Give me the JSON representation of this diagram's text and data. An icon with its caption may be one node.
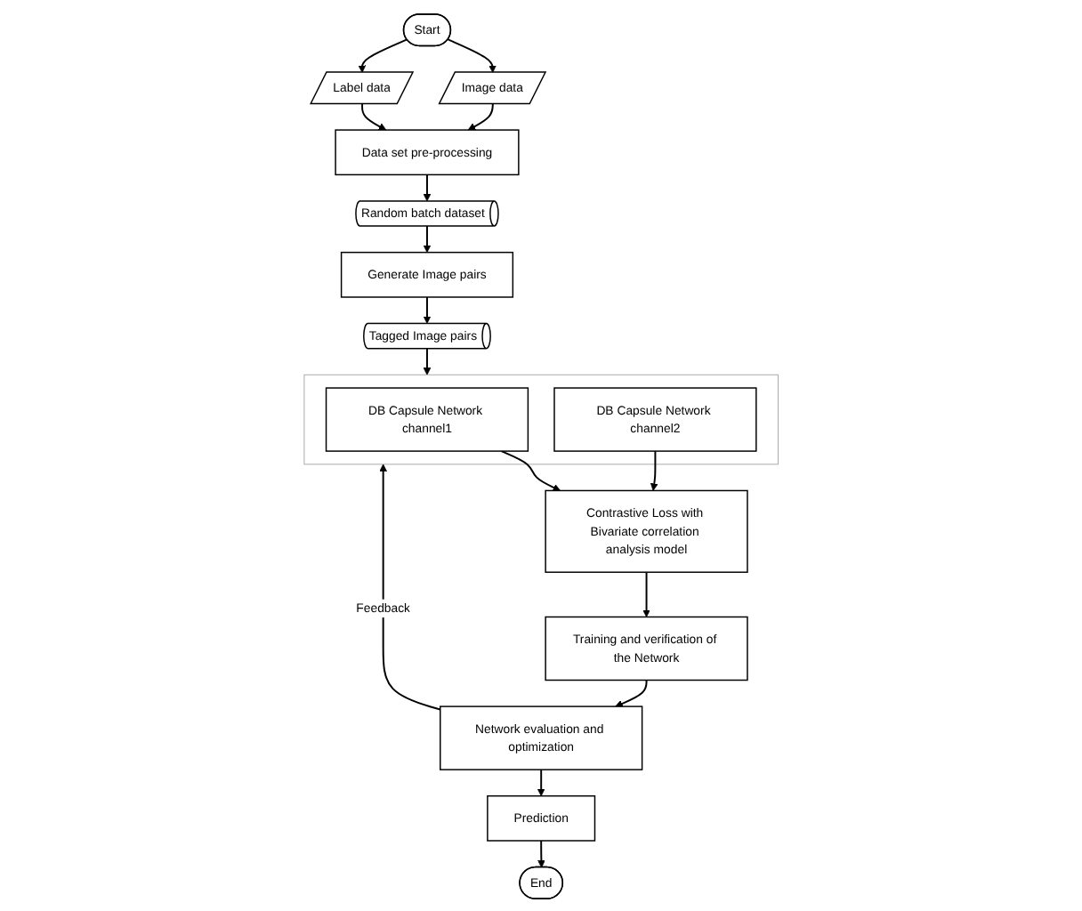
{
  "diagram": {
    "nodes": [
      {
        "text": [
          "Start"
        ]
      },
      {
        "text": [
          "Image data"
        ]
      },
      {
        "text": [
          "Label data"
        ]
      },
      {
        "text": [
          "Data set pre-processing"
        ]
      },
      {
        "text": [
          "Random batch dataset"
        ]
      },
      {
        "text": [
          "Generate Image pairs"
        ]
      },
      {
        "text": [
          "Tagged Image pairs"
        ]
      },
      {
        "text": [],
        "shape": "box"
      },
      {
        "text": [
          "DB Capsule Network channel1"
        ],
        "in": 7
      },
      {
        "text": [
          "DB Capsule Network channel2"
        ],
        "in": 7
      },
      {
        "text": [
          "Contrastive Loss with Bivariate correlation analysis model"
        ]
      },
      {
        "text": [
          "Training and verification of the Network"
        ]
      },
      {
        "text": [
          "Network evaluation and optimization"
        ]
      },
      {
        "text": [
          "Prediction"
        ]
      },
      {
        "text": [
          "End"
        ]
      }
    ],
    "edges": [
      {
        "from": 0,
        "to": 1,
        "arrow": "to"
      },
      {
        "from": 0,
        "to": 2,
        "arrow": "to"
      },
      {
        "from": 1,
        "to": 3,
        "arrow": "to"
      },
      {
        "from": 2,
        "to": 3,
        "arrow": "to"
      },
      {
        "from": 3,
        "to": 4,
        "arrow": "to"
      },
      {
        "from": 4,
        "to": 5,
        "arrow": "to"
      },
      {
        "from": 5,
        "to": 6,
        "arrow": "to"
      },
      {
        "from": 6,
        "to": 7,
        "arrow": "to"
      },
      {
        "from": 8,
        "to": 10,
        "arrow": "to"
      },
      {
        "from": 9,
        "to": 10,
        "arrow": "to"
      },
      {
        "from": 10,
        "to": 11,
        "arrow": "to"
      },
      {
        "from": 11,
        "to": 12,
        "arrow": "to"
      },
      {
        "from": 12,
        "to": 7,
        "label": "Feedback",
        "arrow": "to"
      },
      {
        "from": 12,
        "to": 13,
        "arrow": "to"
      },
      {
        "from": 13,
        "to": 14,
        "arrow": "to"
      }
    ]
  }
}
